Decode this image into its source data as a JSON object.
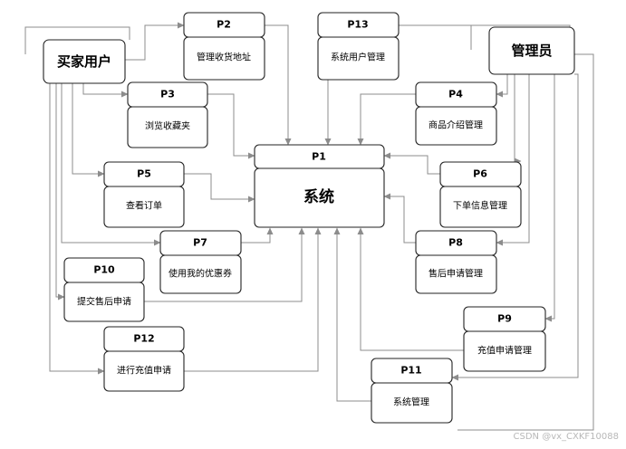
{
  "actors": {
    "buyer": "买家用户",
    "admin": "管理员"
  },
  "system": {
    "id": "P1",
    "label": "系统"
  },
  "processes": {
    "p2": {
      "id": "P2",
      "label": "管理收货地址"
    },
    "p3": {
      "id": "P3",
      "label": "浏览收藏夹"
    },
    "p4": {
      "id": "P4",
      "label": "商品介绍管理"
    },
    "p5": {
      "id": "P5",
      "label": "查看订单"
    },
    "p6": {
      "id": "P6",
      "label": "下单信息管理"
    },
    "p7": {
      "id": "P7",
      "label": "使用我的优惠券"
    },
    "p8": {
      "id": "P8",
      "label": "售后申请管理"
    },
    "p9": {
      "id": "P9",
      "label": "充值申请管理"
    },
    "p10": {
      "id": "P10",
      "label": "提交售后申请"
    },
    "p11": {
      "id": "P11",
      "label": "系统管理"
    },
    "p12": {
      "id": "P12",
      "label": "进行充值申请"
    },
    "p13": {
      "id": "P13",
      "label": "系统用户管理"
    }
  },
  "watermark": "CSDN @vx_CXKF10088"
}
